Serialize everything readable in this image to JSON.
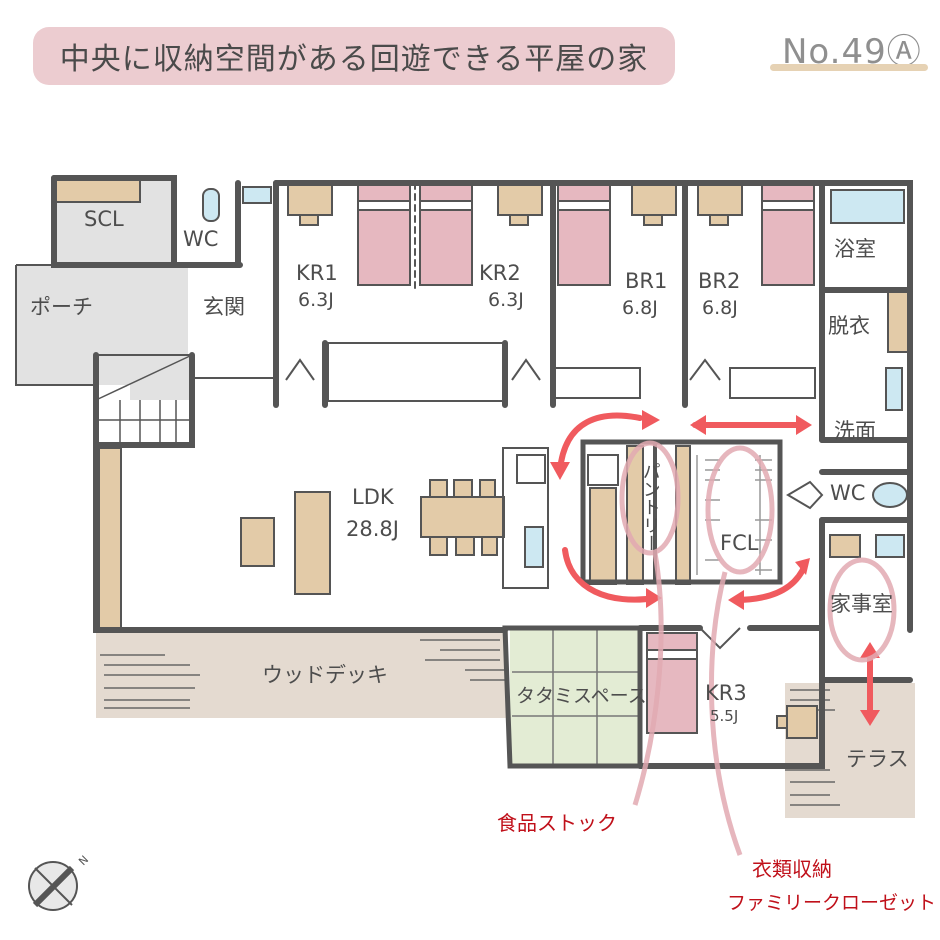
{
  "header": {
    "title": "中央に収納空間がある回遊できる平屋の家",
    "plan_number": "No.49Ⓐ"
  },
  "colors": {
    "title_pill": "#ecccd0",
    "wall": "#555555",
    "furniture_wood": "#e3cba8",
    "bed_pink": "#e6b8c0",
    "bath_blue": "#cde8f2",
    "tatami_green": "#e3ecd4",
    "deck_beige": "#e4dad0",
    "porch_gray": "#e2e2e2",
    "arrow_red": "#f05a5e",
    "annotation_pink": "#e2aab2",
    "note_red": "#c0101a"
  },
  "rooms": {
    "scl": {
      "name": "SCL"
    },
    "wc_entry": {
      "name": "WC"
    },
    "porch": {
      "name": "ポーチ"
    },
    "genkan": {
      "name": "玄関"
    },
    "kr1": {
      "name": "KR1",
      "size": "6.3J"
    },
    "kr2": {
      "name": "KR2",
      "size": "6.3J"
    },
    "br1": {
      "name": "BR1",
      "size": "6.8J"
    },
    "br2": {
      "name": "BR2",
      "size": "6.8J"
    },
    "bath": {
      "name": "浴室"
    },
    "dressing": {
      "name": "脱衣"
    },
    "washroom": {
      "name": "洗面"
    },
    "wc_rear": {
      "name": "WC"
    },
    "ldk": {
      "name": "LDK",
      "size": "28.8J"
    },
    "pantry": {
      "name": "パントリー"
    },
    "fcl": {
      "name": "FCL"
    },
    "housework": {
      "name": "家事室"
    },
    "wood_deck": {
      "name": "ウッドデッキ"
    },
    "tatami": {
      "name": "タタミスペース"
    },
    "kr3": {
      "name": "KR3",
      "size": "5.5J"
    },
    "terrace": {
      "name": "テラス"
    }
  },
  "annotations": {
    "food_stock": "食品ストック",
    "clothing_storage": "衣類収納",
    "family_closet": "ファミリークローゼット"
  },
  "compass": {
    "label": "N"
  }
}
